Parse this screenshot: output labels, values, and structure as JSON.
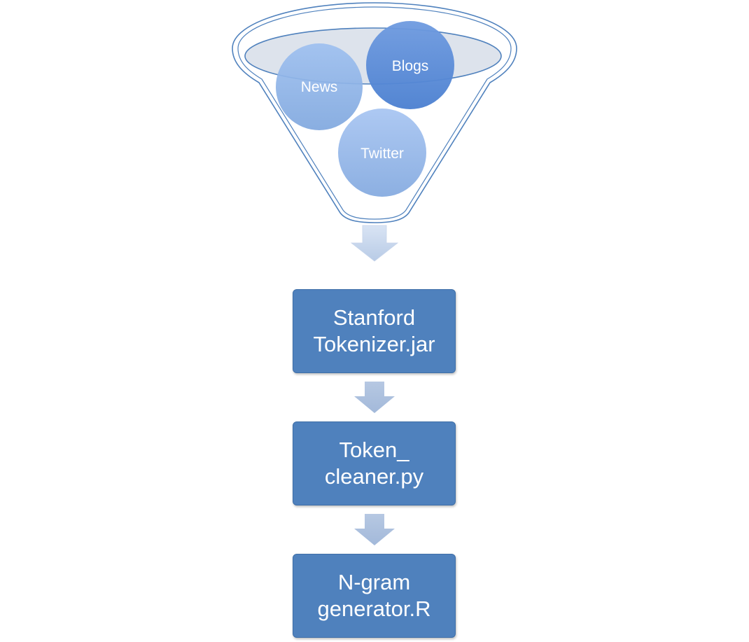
{
  "funnel": {
    "sources": [
      {
        "label": "News"
      },
      {
        "label": "Blogs"
      },
      {
        "label": "Twitter"
      }
    ]
  },
  "pipeline": {
    "steps": [
      {
        "line1": "Stanford",
        "line2": "Tokenizer.jar"
      },
      {
        "line1": "Token_",
        "line2": "cleaner.py"
      },
      {
        "line1": "N-gram",
        "line2": "generator.R"
      }
    ]
  },
  "colors": {
    "box_fill": "#4f81bd",
    "arrow_light": "#c5d5ea",
    "arrow_mid": "#a9bedc",
    "bubble_light": "#a7c4ee",
    "bubble_dark": "#4f81bd",
    "funnel_stroke": "#4f81bd"
  }
}
